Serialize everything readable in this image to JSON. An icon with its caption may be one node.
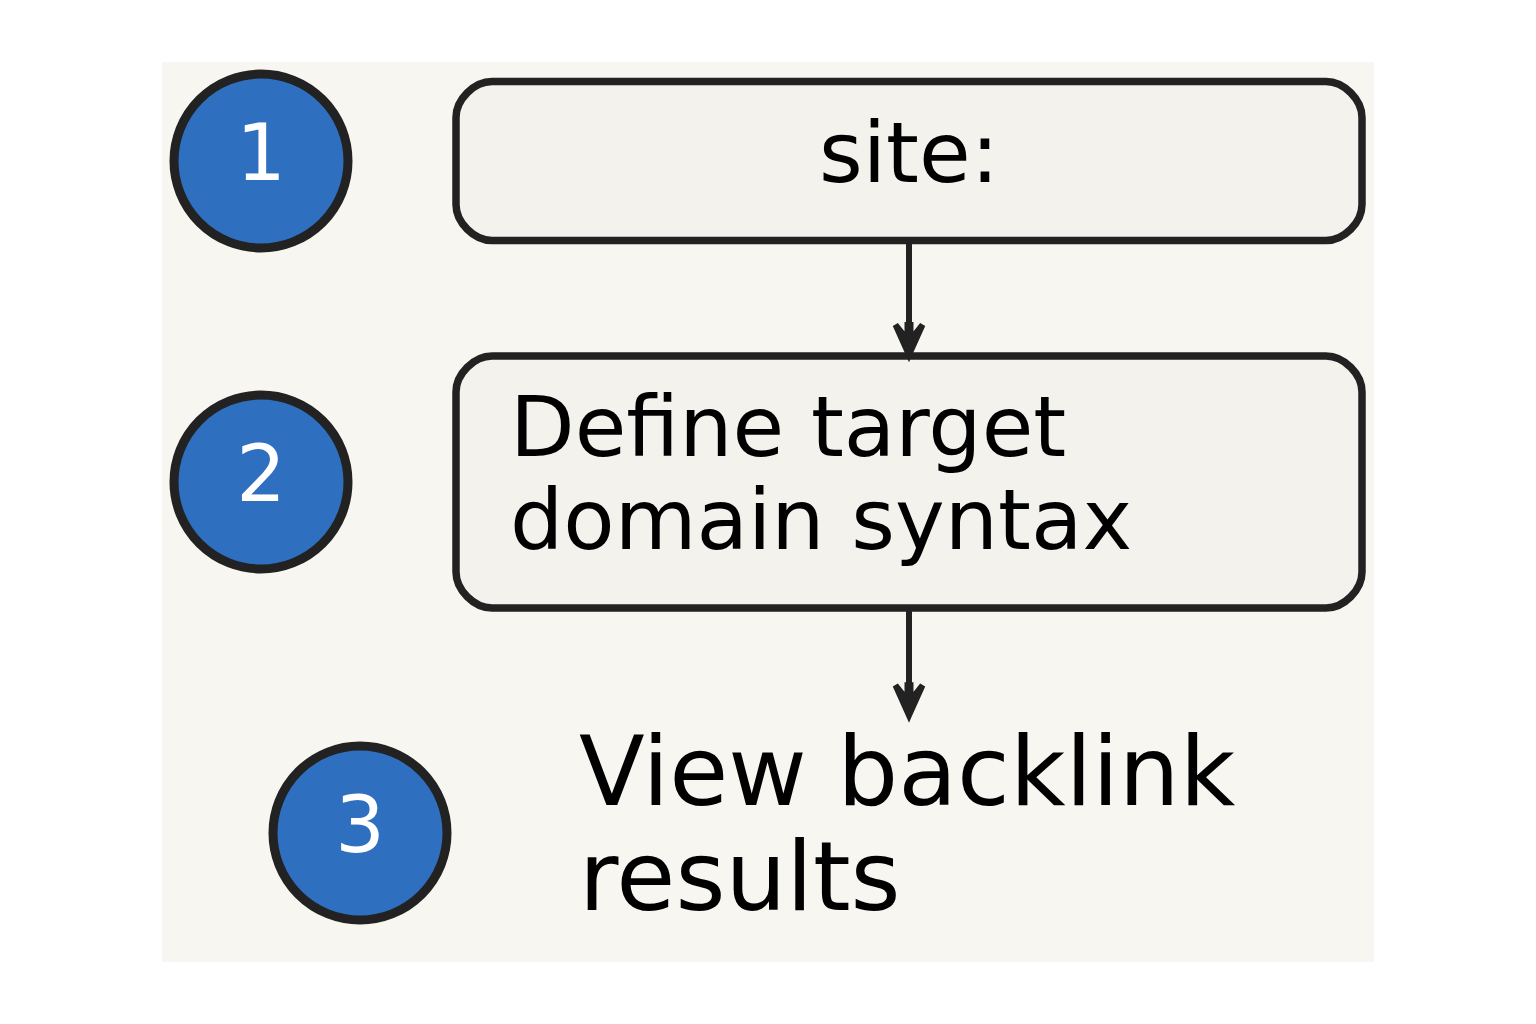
{
  "diagram": {
    "nodes": [
      {
        "text": [
          "1"
        ]
      },
      {
        "text": [
          "site:"
        ]
      },
      {
        "text": [
          "2"
        ]
      },
      {
        "text": [
          "Define target domain syntax"
        ]
      },
      {
        "text": [
          "3"
        ]
      },
      {
        "text": [
          "View backlink results"
        ]
      }
    ],
    "edges": [
      {
        "from": 1,
        "to": 3,
        "arrow": "to"
      },
      {
        "from": 3,
        "to": 5,
        "arrow": "to"
      }
    ]
  }
}
